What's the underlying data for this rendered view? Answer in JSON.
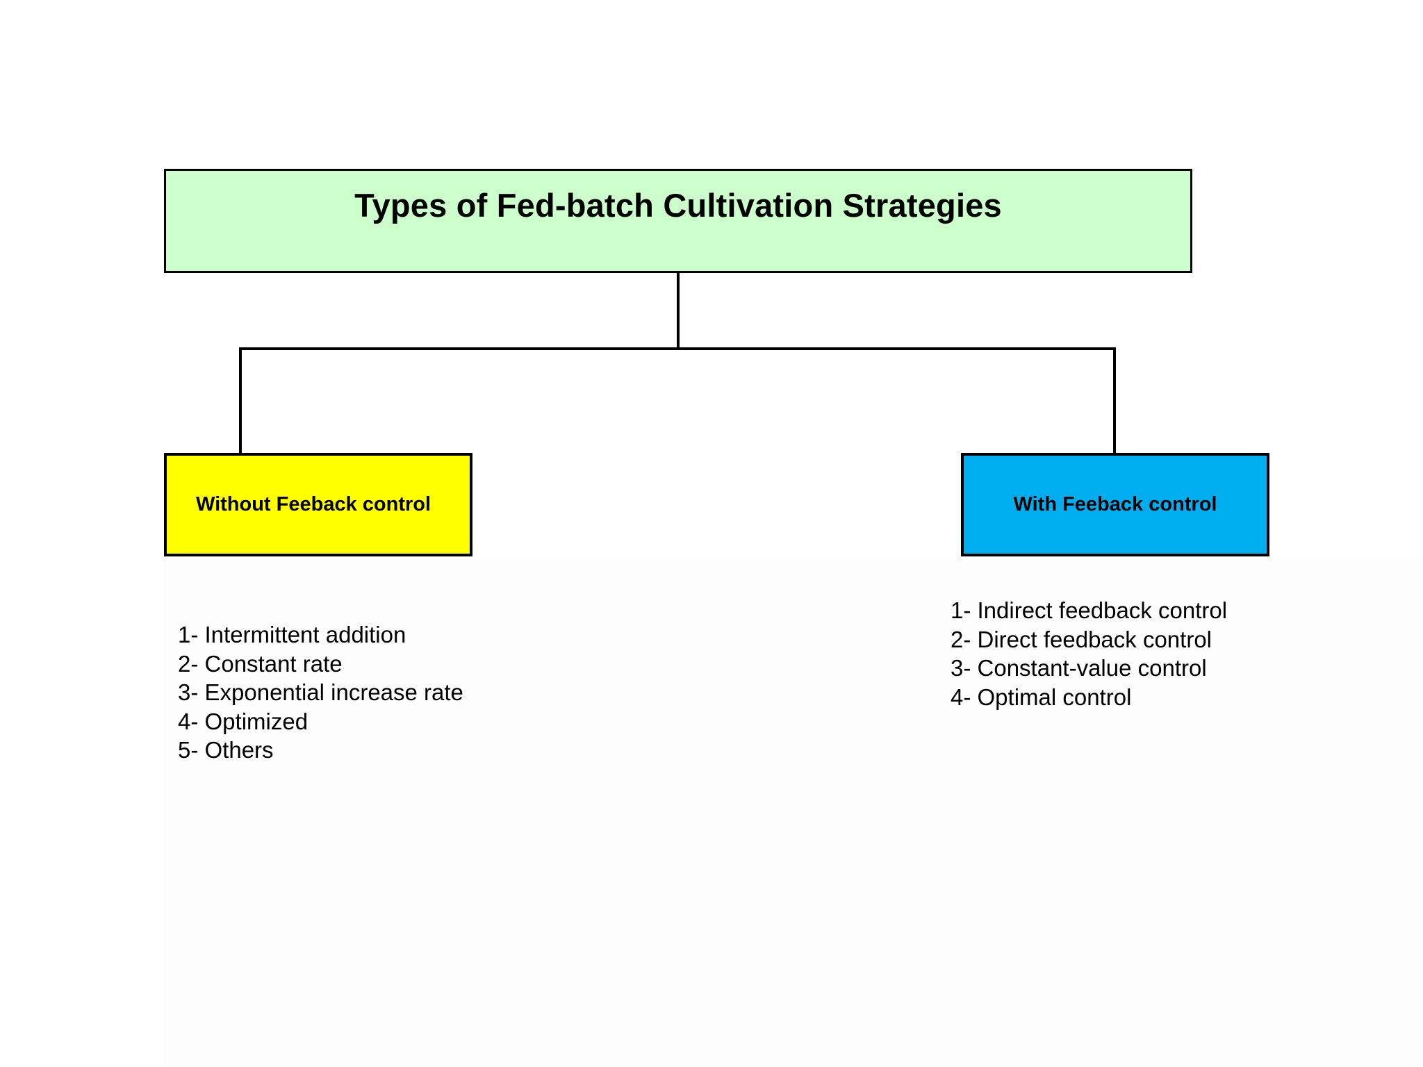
{
  "diagram": {
    "type": "hierarchy-tree",
    "title_node": {
      "label": "Types of Fed-batch Cultivation Strategies",
      "fill_color": "#CCFFCC",
      "border_color": "#000000"
    },
    "branches": [
      {
        "label": "Without Feeback control",
        "fill_color": "#FFFF00",
        "border_color": "#000000",
        "items": [
          "1- Intermittent addition",
          "2- Constant rate",
          "3- Exponential increase rate",
          "4- Optimized",
          "5- Others"
        ]
      },
      {
        "label": "With Feeback control",
        "fill_color": "#00AEEF",
        "border_color": "#000000",
        "items": [
          "1- Indirect feedback control",
          "2- Direct feedback control",
          "3- Constant-value control",
          "4- Optimal control"
        ]
      }
    ],
    "background_color": "#FFFFFF"
  }
}
